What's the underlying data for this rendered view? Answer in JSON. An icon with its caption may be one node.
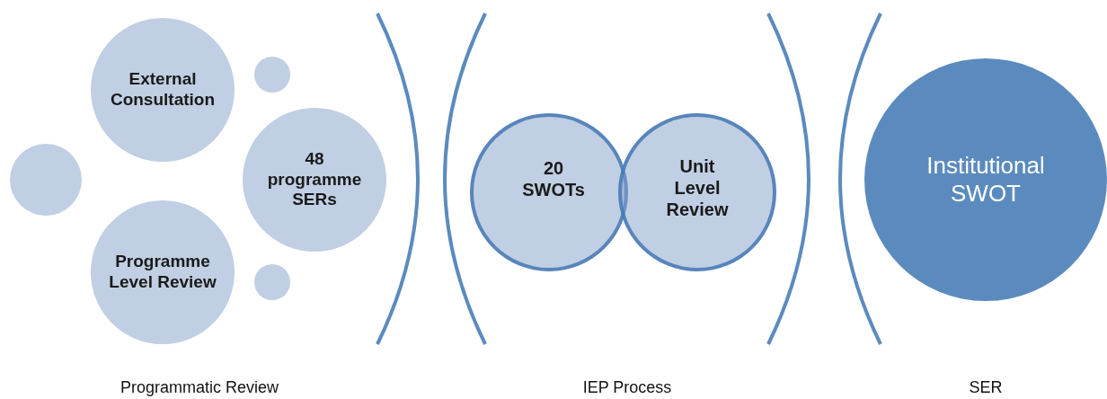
{
  "diagram": {
    "nodes": [
      {
        "text": [
          "External Consultation"
        ]
      },
      {
        "text": [],
        "shape": "circle"
      },
      {
        "text": [],
        "shape": "circle"
      },
      {
        "text": [
          "48 programme SERs"
        ]
      },
      {
        "text": [
          "Programme Level Review"
        ]
      },
      {
        "text": [],
        "shape": "circle"
      },
      {
        "text": [
          "20 SWOTs"
        ]
      },
      {
        "text": [
          "Unit Level Review"
        ]
      },
      {
        "text": [
          "Institutional SWOT"
        ]
      }
    ],
    "labels": [
      "Programmatic Review",
      "IEP Process",
      "SER"
    ]
  }
}
